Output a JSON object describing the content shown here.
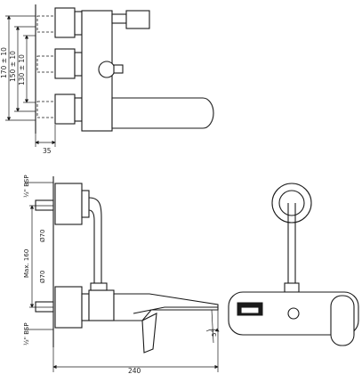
{
  "top_view": {
    "dim_170": "170 ± 10",
    "dim_150": "150 ± 10",
    "dim_130": "130 ± 10",
    "dim_35": "35"
  },
  "side_view": {
    "bsp_top": "½\" BSP",
    "dia_top": "Ø70",
    "max_height": "Max. 160",
    "dia_bottom": "Ø70",
    "bsp_bottom": "½\" BSP",
    "angle": "5°",
    "dim_240": "240"
  }
}
